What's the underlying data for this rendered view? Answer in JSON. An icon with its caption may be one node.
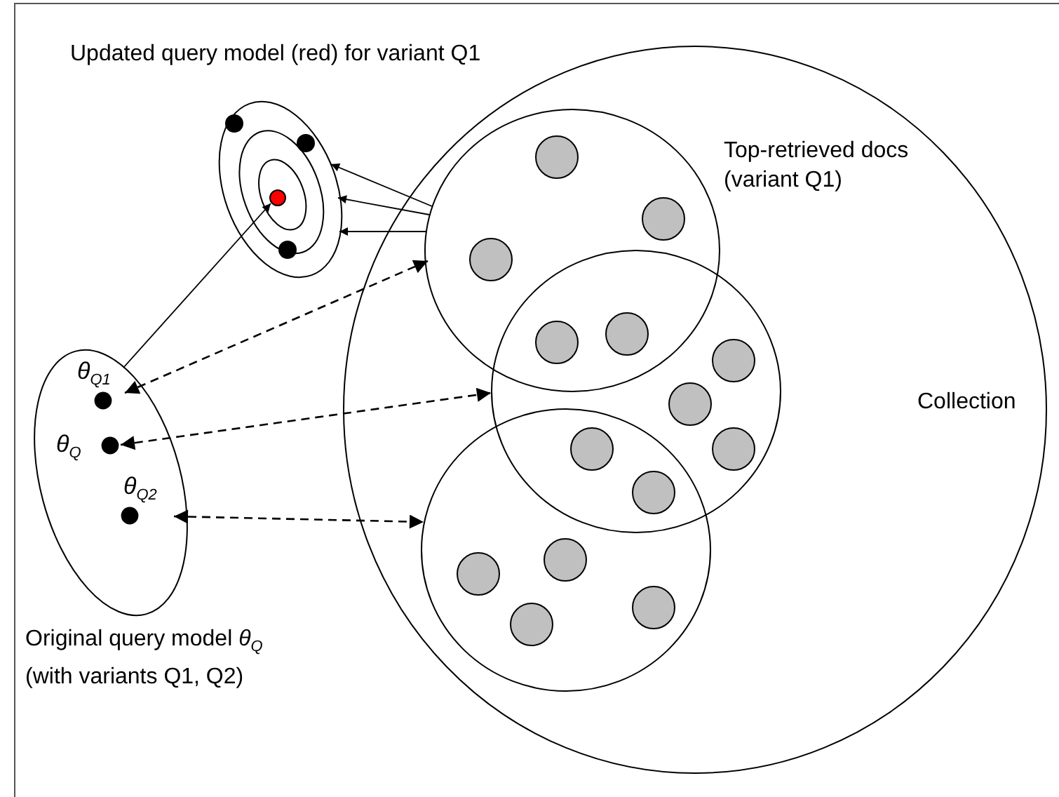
{
  "diagram": {
    "nodes": [
      {
        "text": [
          "Updated query model (red) for variant Q1"
        ]
      },
      {
        "text": [],
        "shape": "circle",
        "in": 0
      },
      {
        "text": [
          "Original query model *θ*$_{Q}$ (with variants Q1, Q2)"
        ]
      },
      {
        "text": [
          "θ$_{Q1}$"
        ],
        "in": 2
      },
      {
        "text": [
          "θ$_{Q}$"
        ],
        "in": 2
      },
      {
        "text": [
          "θ$_{Q2}$"
        ],
        "in": 2
      },
      {
        "text": [
          "Collection"
        ]
      },
      {
        "text": [
          "Top-retrieved docs (variant Q1)"
        ],
        "in": 6
      },
      {
        "text": [],
        "shape": "circle",
        "in": 6
      },
      {
        "text": [],
        "shape": "circle",
        "in": 6
      }
    ],
    "edges": [
      {
        "from": 3,
        "to": 1,
        "arrow": "to"
      },
      {
        "from": 7,
        "to": 0,
        "arrow": "to"
      },
      {
        "from": 7,
        "to": 0,
        "arrow": "to"
      },
      {
        "from": 7,
        "to": 0,
        "arrow": "to"
      },
      {
        "from": 3,
        "to": 7,
        "arrow": "both",
        "style": "dashed"
      },
      {
        "from": 4,
        "to": 8,
        "arrow": "both",
        "style": "dashed"
      },
      {
        "from": 5,
        "to": 9,
        "arrow": "both",
        "style": "dashed"
      }
    ]
  }
}
